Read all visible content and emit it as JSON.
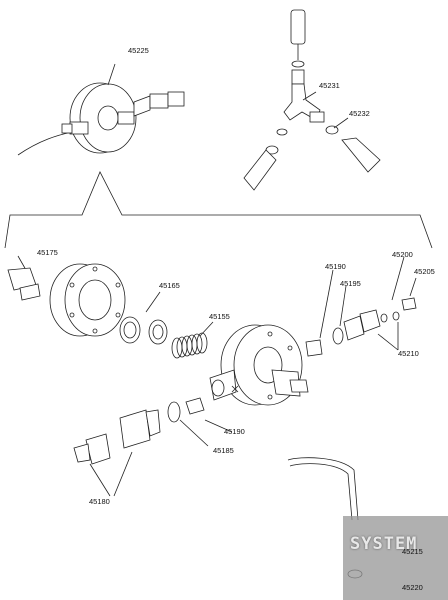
{
  "parts": {
    "p45225": "45225",
    "p45231": "45231",
    "p45232": "45232",
    "p45175": "45175",
    "p45165": "45165",
    "p45155": "45155",
    "p45190a": "45190",
    "p45195": "45195",
    "p45200": "45200",
    "p45205": "45205",
    "p45210": "45210",
    "p45190b": "45190",
    "p45185": "45185",
    "p45180": "45180",
    "p45215": "45215",
    "p45220": "45220"
  },
  "watermark": {
    "text": "SYSTEM"
  },
  "colors": {
    "line": "#222222",
    "background": "#ffffff"
  }
}
